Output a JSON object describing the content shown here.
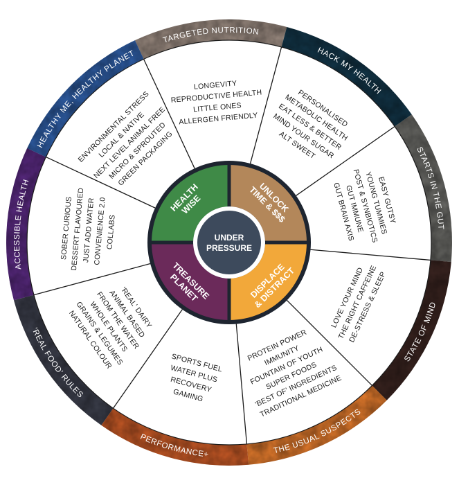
{
  "center": {
    "lines": [
      "UNDER",
      "PRESSURE"
    ],
    "color": "#3d4a5c"
  },
  "quadrants": [
    {
      "lines": [
        "HEALTH",
        "WISE"
      ],
      "color": "#3f8a47"
    },
    {
      "lines": [
        "UNLOCK",
        "TIME & $$$"
      ],
      "color": "#b3875a"
    },
    {
      "lines": [
        "DISPLACE",
        "& DISTRACT"
      ],
      "color": "#f2a83a"
    },
    {
      "lines": [
        "TREASURE",
        "PLANET"
      ],
      "color": "#6b2a5a"
    }
  ],
  "segments": [
    {
      "name": "TARGETED NUTRITION",
      "items": [
        "LONGEVITY",
        "REPRODUCTIVE HEALTH",
        "LITTLE ONES",
        "ALLERGEN FRIENDLY"
      ],
      "ring_color": "#9a8a80"
    },
    {
      "name": "HACK MY HEALTH",
      "items": [
        "PERSONALISED",
        "METABOLIC HEALTH",
        "EAT LESS & BETTER",
        "MIND YOUR SUGAR",
        "ALT SWEET"
      ],
      "ring_color": "#123548"
    },
    {
      "name": "STARTS IN THE GUT",
      "items": [
        "EASY GUTSY",
        "YOUNG TUMMIES",
        "POST & SYNBIOTICS",
        "GUT IMMUNE",
        "GUT BRAIN AXIS"
      ],
      "ring_color": "#6a6a66"
    },
    {
      "name": "STATE OF MIND",
      "items": [
        "LOVE YOUR MIND",
        "THE RIGHT CAFFEINE",
        "DE-STRESS & SLEEP"
      ],
      "ring_color": "#3a2420"
    },
    {
      "name": "THE USUAL SUSPECTS",
      "items": [
        "PROTEIN POWER",
        "IMMUNITY",
        "FOUNTAIN OF YOUTH",
        "SUPER FOODS",
        "'BEST OF' INGREDIENTS",
        "TRADITIONAL MEDICINE"
      ],
      "ring_color": "#e27a2c"
    },
    {
      "name": "PERFORMANCE+",
      "items": [
        "SPORTS FUEL",
        "WATER PLUS",
        "RECOVERY",
        "GAMING"
      ],
      "ring_color": "#c95a26"
    },
    {
      "name": "'REAL FOOD' RULES",
      "items": [
        "'REAL' DAIRY",
        "ANIMAL BASED",
        "FROM THE WATER",
        "WHOLE PLANTS",
        "GRAINS & LEGUMES",
        "NATURAL COLOUR"
      ],
      "ring_color": "#3c3f4c"
    },
    {
      "name": "ACCESSIBLE HEALTH",
      "items": [
        "SOBER CURIOUS",
        "DESSERT FLAVOURED",
        "JUST ADD WATER",
        "CONVENIENCE 2.0",
        "COLLABS"
      ],
      "ring_color": "#5a2a82"
    },
    {
      "name": "HEALTHY ME, HEALTHY PLANET",
      "items": [
        "ENVIRONMENTAL STRESS",
        "LOCAL & NATIVE",
        "NEXT LEVEL ANIMAL FREE",
        "MICRO & SPROUTED",
        "GREEN PACKAGING"
      ],
      "ring_color": "#2f5fa8"
    }
  ]
}
